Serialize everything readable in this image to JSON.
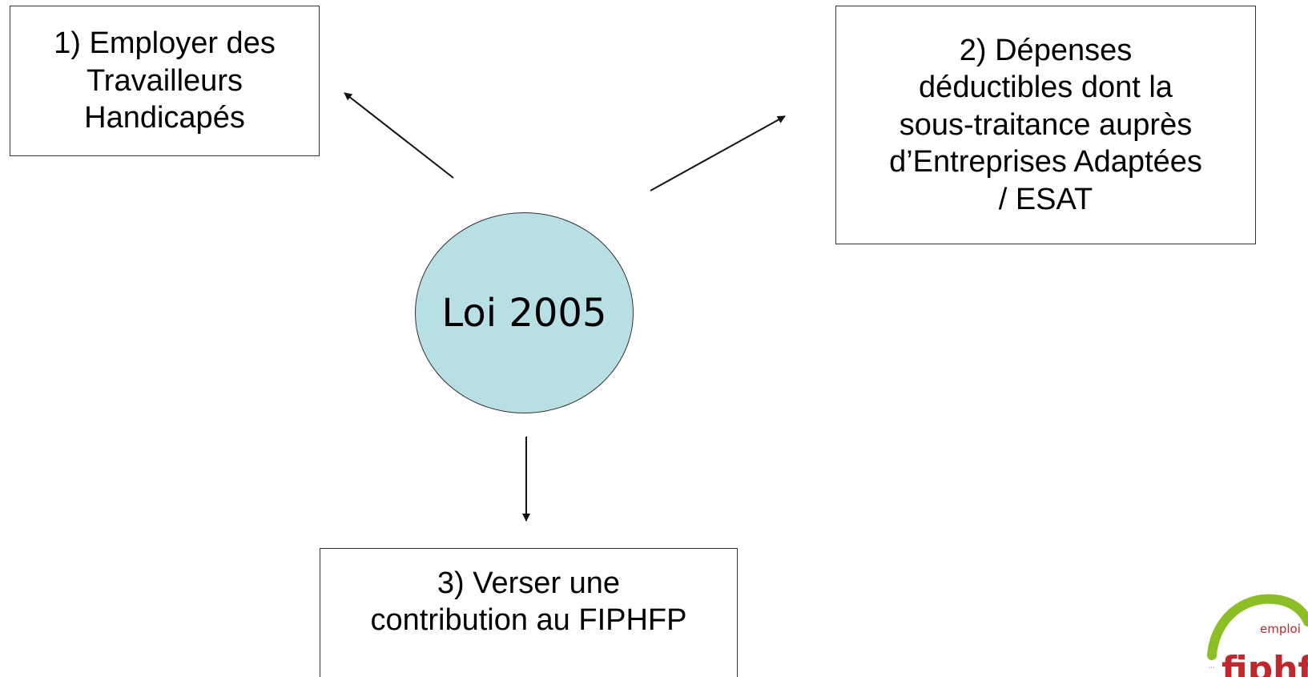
{
  "diagram": {
    "center_label": "Loi 2005",
    "boxes": [
      {
        "id": "1",
        "text": "1) Employer des\nTravailleurs\nHandicapés"
      },
      {
        "id": "2",
        "text": "2) Dépenses\ndéductibles dont la\nsous-traitance auprès\nd’Entreprises Adaptées\n/ ESAT"
      },
      {
        "id": "3",
        "text": "3) Verser  une\ncontribution au FIPHFP"
      }
    ]
  },
  "logo": {
    "small_text": "emploi",
    "main_text": "fiphfp",
    "arc_color": "#8cbf26",
    "text_color": "#c0282e"
  },
  "colors": {
    "ellipse_fill": "#b8dfe3",
    "stroke": "#333333"
  }
}
